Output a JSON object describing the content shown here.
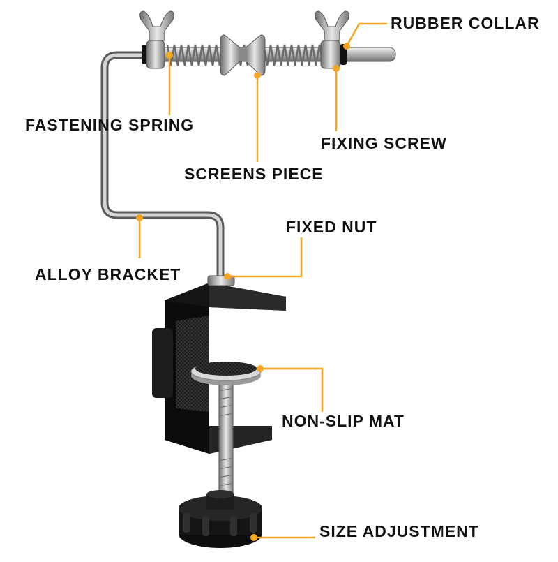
{
  "diagram": {
    "accent_color": "#F5A623",
    "parts": [
      {
        "id": "rubber-collar",
        "label": "RUBBER COLLAR"
      },
      {
        "id": "fastening-spring",
        "label": "FASTENING SPRING"
      },
      {
        "id": "fixing-screw",
        "label": "FIXING SCREW"
      },
      {
        "id": "screens-piece",
        "label": "SCREENS PIECE"
      },
      {
        "id": "fixed-nut",
        "label": "FIXED NUT"
      },
      {
        "id": "alloy-bracket",
        "label": "ALLOY BRACKET"
      },
      {
        "id": "non-slip-mat",
        "label": "NON-SLIP MAT"
      },
      {
        "id": "size-adjustment",
        "label": "SIZE ADJUSTMENT"
      }
    ]
  }
}
